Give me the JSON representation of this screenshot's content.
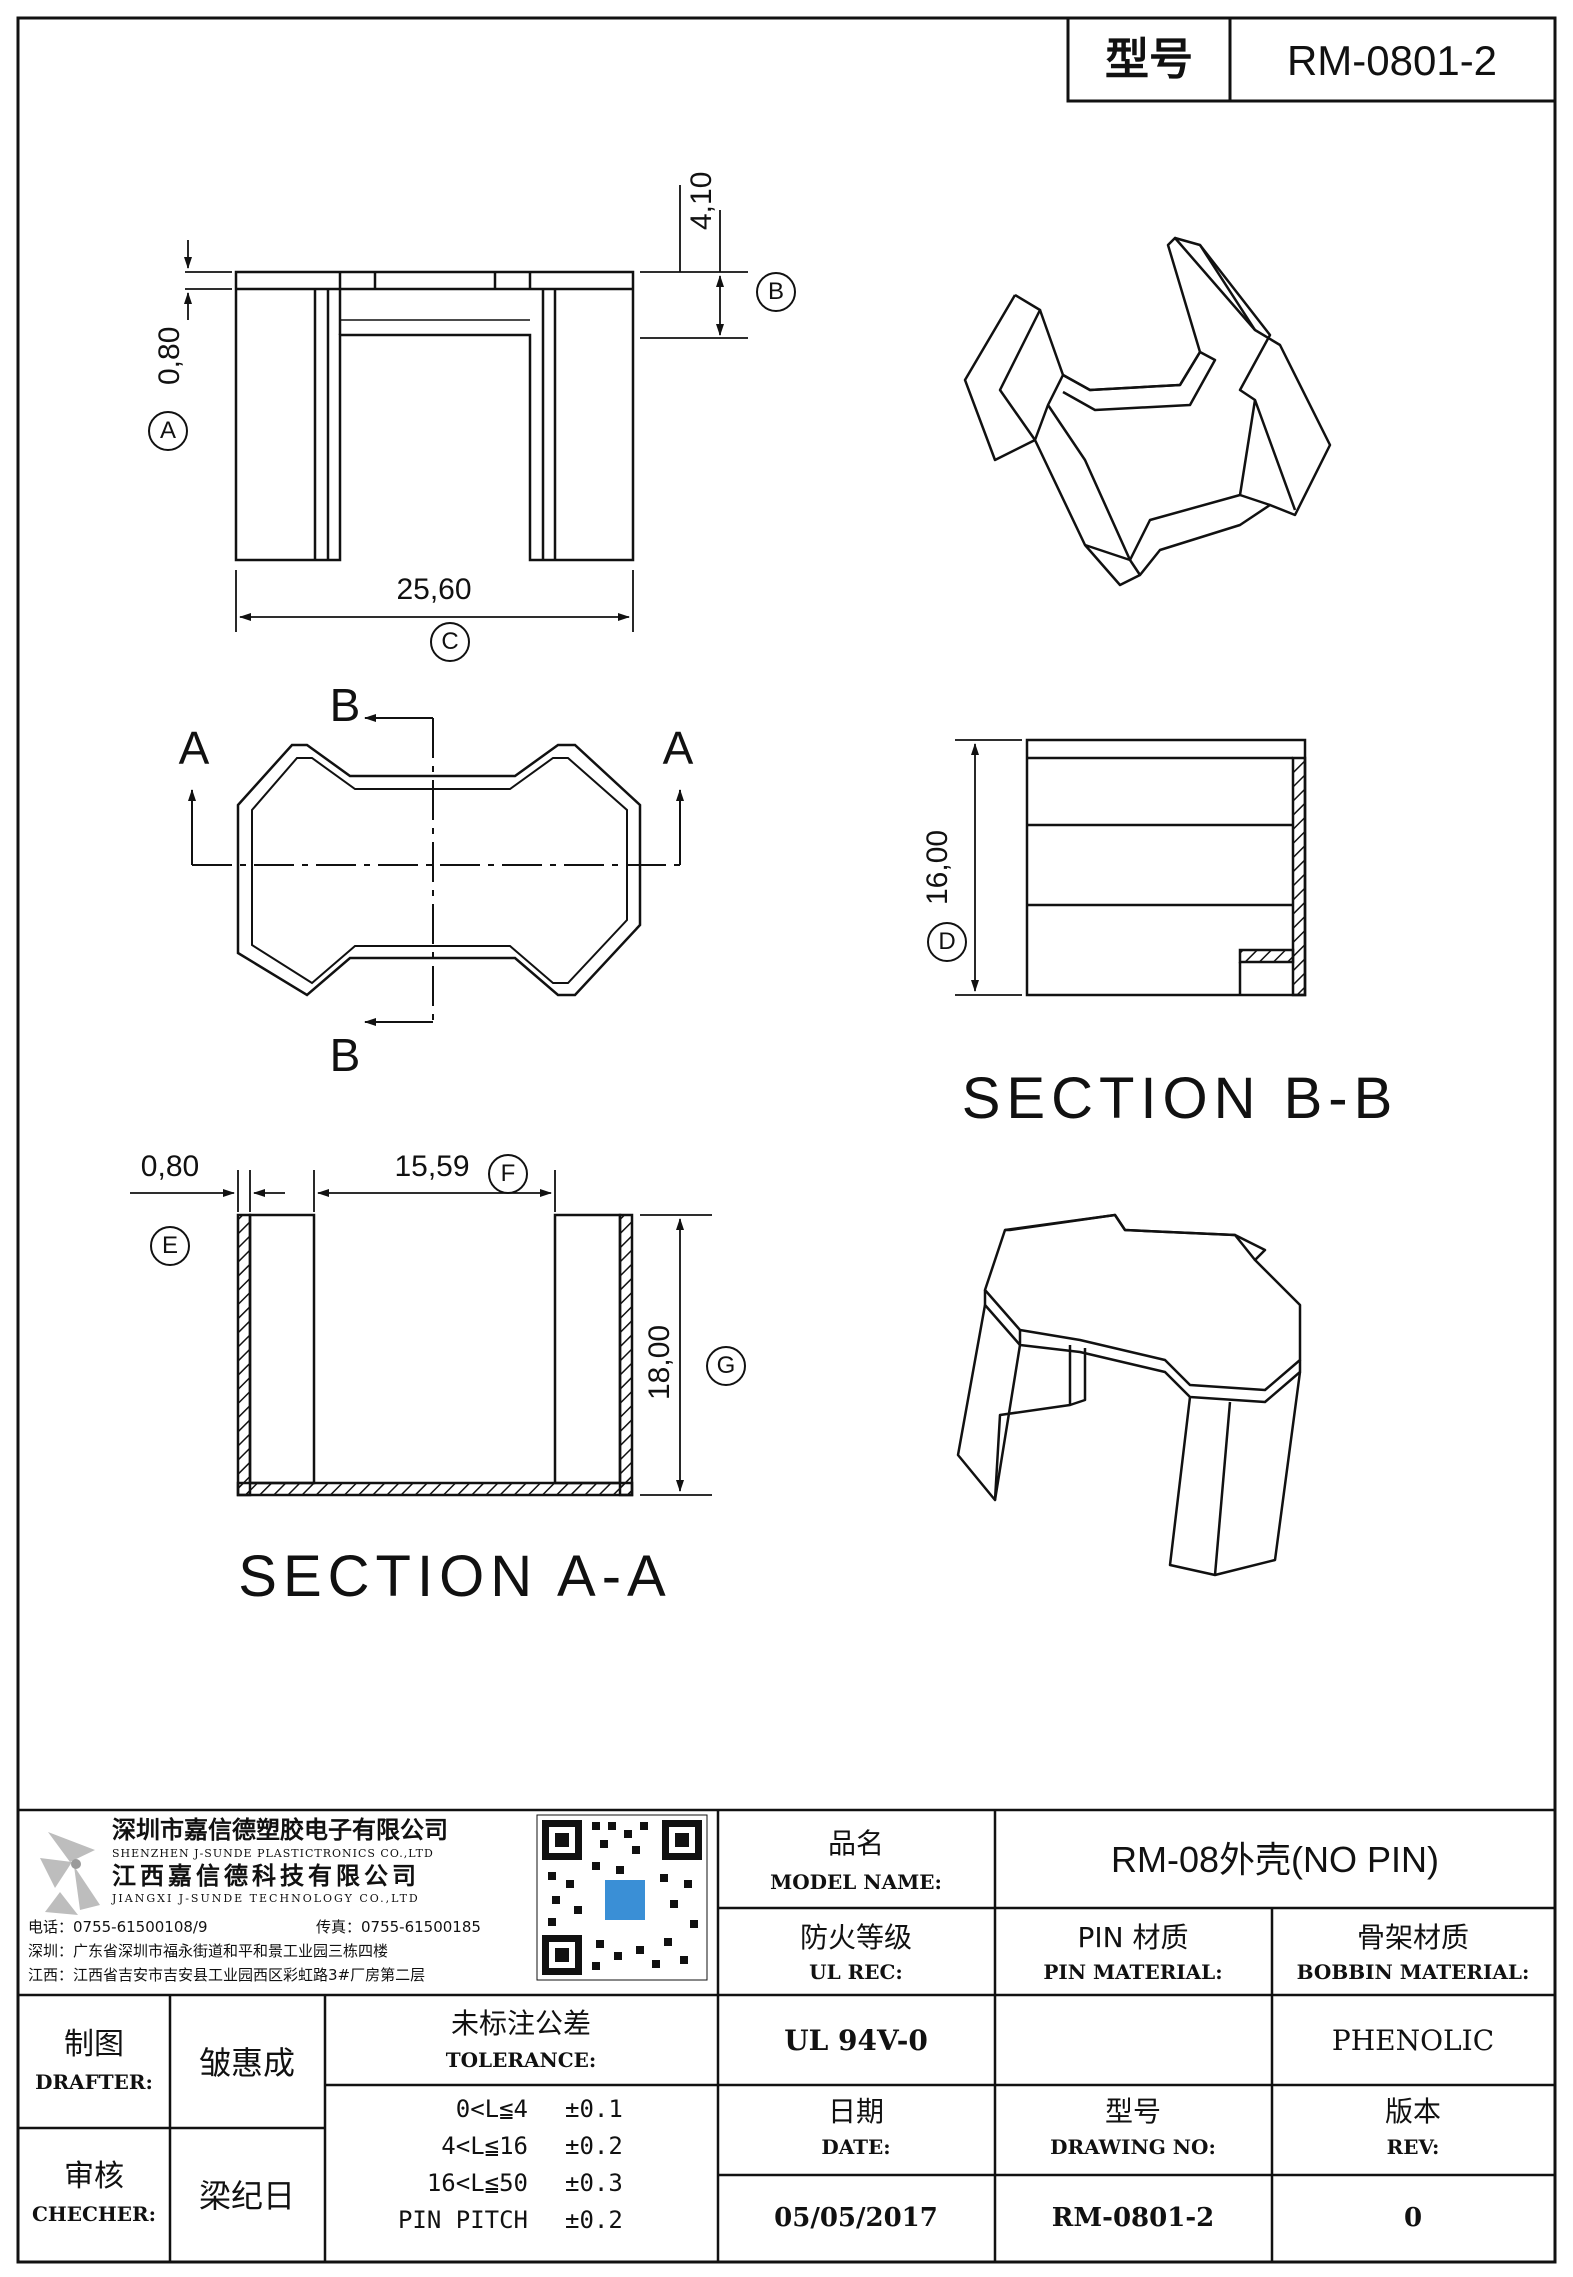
{
  "header": {
    "model_cn": "型号",
    "model_value": "RM-0801-2"
  },
  "drawing": {
    "dims": {
      "top_height": "4,10",
      "wall": "0,80",
      "width": "25,60",
      "depth": "16,00",
      "wall_aa": "0,80",
      "inner": "15,59",
      "height_aa": "18,00"
    },
    "markers": {
      "a": "A",
      "b": "B",
      "c": "C",
      "d": "D",
      "e": "E",
      "f": "F",
      "g": "G"
    },
    "cut_labels": {
      "a_left": "A",
      "a_right": "A",
      "b_top": "B",
      "b_bottom": "B"
    },
    "section_bb": "SECTION B-B",
    "section_aa": "SECTION A-A"
  },
  "company": {
    "name_sz": "深圳市嘉信德塑胶电子有限公司",
    "name_sz_en": "SHENZHEN J-SUNDE PLASTICTRONICS CO.,LTD",
    "name_jx": "江西嘉信德科技有限公司",
    "name_jx_en": "JIANGXI J-SUNDE TECHNOLOGY CO.,LTD",
    "phone": "电话：0755-61500108/9",
    "fax": "传真：0755-61500185",
    "addr_sz": "深圳：广东省深圳市福永街道和平和景工业园三栋四楼",
    "addr_jx": "江西：江西省吉安市吉安县工业园西区彩虹路3#厂房第二层"
  },
  "title_block": {
    "product_cn": "品名",
    "product_en": "MODEL NAME:",
    "product_value": "RM-08外壳(NO PIN)",
    "fire_cn": "防火等级",
    "fire_en": "UL REC:",
    "pin_cn": "PIN 材质",
    "pin_en": "PIN MATERIAL:",
    "bobbin_cn": "骨架材质",
    "bobbin_en": "BOBBIN MATERIAL:",
    "fire_value": "UL 94V-0",
    "pin_value": "",
    "bobbin_value": "PHENOLIC",
    "drafter_cn": "制图",
    "drafter_en": "DRAFTER:",
    "drafter_name": "皱惠成",
    "checker_cn": "审核",
    "checker_en": "CHECHER:",
    "checker_name": "梁纪日",
    "tolerance_cn": "未标注公差",
    "tolerance_en": "TOLERANCE:",
    "tolerances": [
      {
        "range": "0<L≦4",
        "value": "±0.1"
      },
      {
        "range": "4<L≦16",
        "value": "±0.2"
      },
      {
        "range": "16<L≦50",
        "value": "±0.3"
      },
      {
        "range": "PIN PITCH",
        "value": "±0.2"
      }
    ],
    "date_cn": "日期",
    "date_en": "DATE:",
    "date_value": "05/05/2017",
    "drawing_no_cn": "型号",
    "drawing_no_en": "DRAWING NO:",
    "drawing_no_value": "RM-0801-2",
    "rev_cn": "版本",
    "rev_en": "REV:",
    "rev_value": "0"
  }
}
